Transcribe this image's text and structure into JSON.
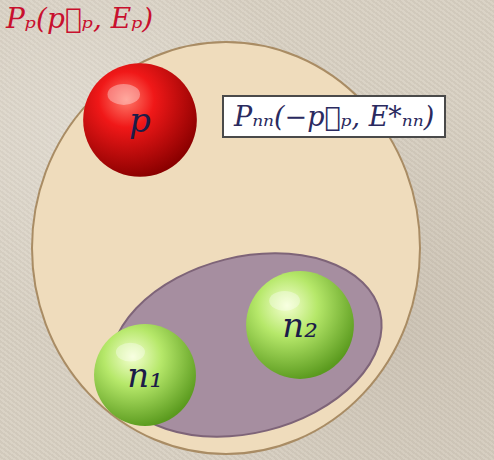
{
  "diagram": {
    "nodes": [
      {
        "text": [
          "Pₚ(p⃗ₚ, Eₚ)"
        ]
      },
      {
        "text": [
          "p"
        ],
        "in": 0
      },
      {
        "text": [
          "Pₙₙ(−p⃗ₚ, E*ₙₙ)"
        ],
        "in": 0
      },
      {
        "text": [
          "n₁"
        ],
        "in": 2
      },
      {
        "text": [
          "n₂"
        ],
        "in": 2
      }
    ]
  }
}
